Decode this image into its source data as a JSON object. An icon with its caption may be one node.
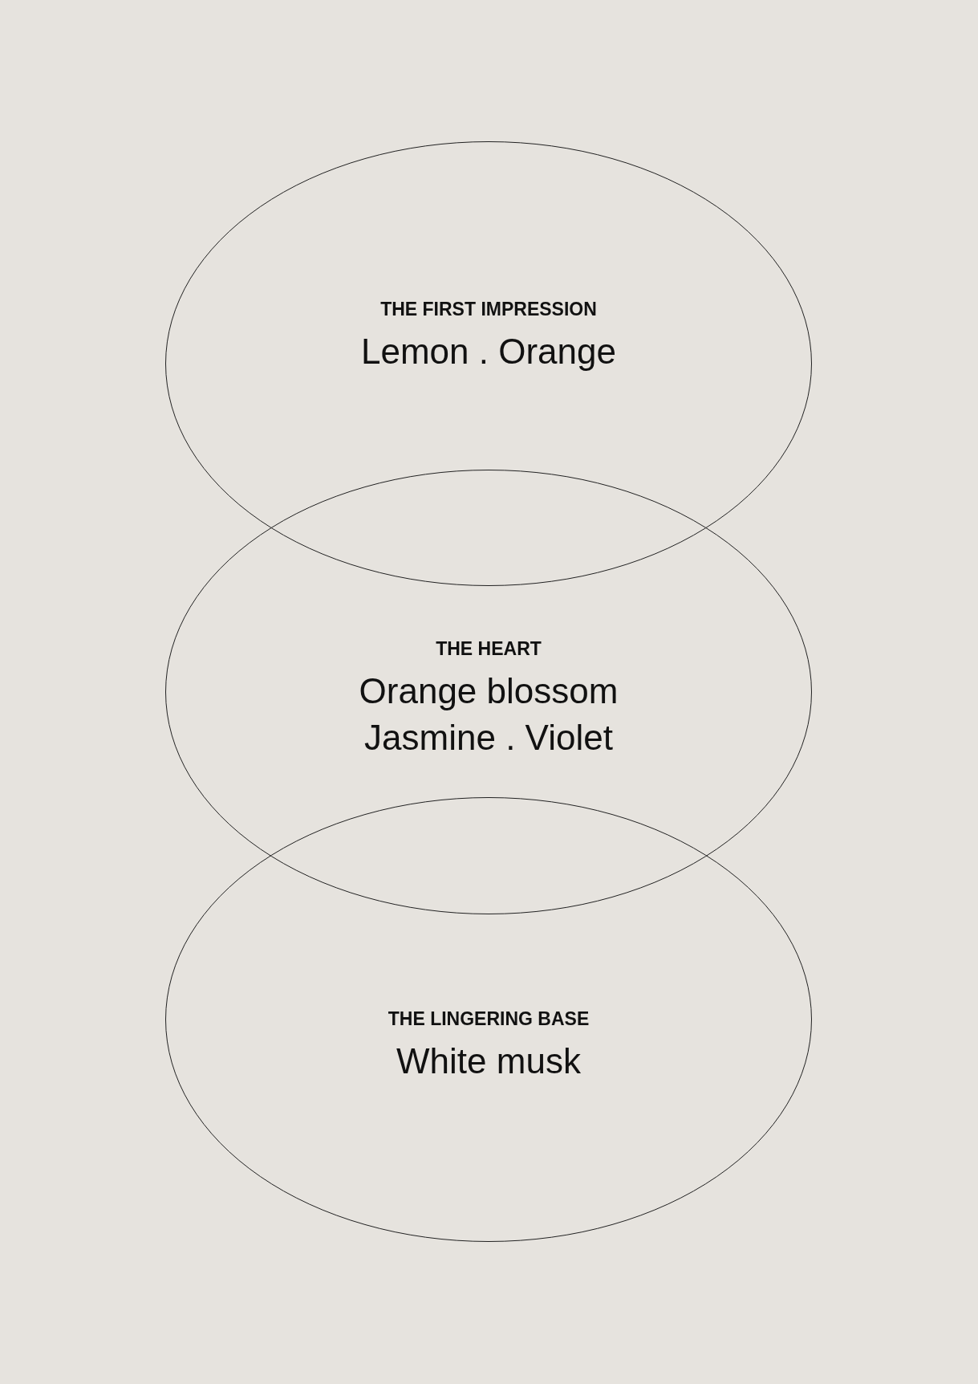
{
  "diagram": {
    "nodes": [
      {
        "text": [
          "THE FIRST IMPRESSION",
          "Lemon . Orange"
        ]
      },
      {
        "text": [
          "THE HEART",
          "Orange blossom Jasmine . Violet"
        ]
      },
      {
        "text": [
          "THE LINGERING BASE",
          "White musk"
        ]
      }
    ]
  }
}
